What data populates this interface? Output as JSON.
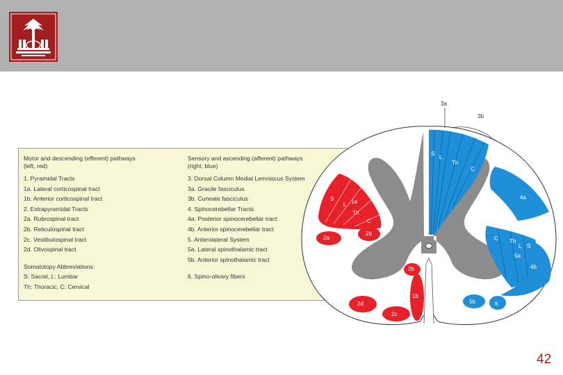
{
  "legend": {
    "left_heading": [
      "Motor and descending (efferent) pathways",
      "(left, red)"
    ],
    "left_items": [
      "1. Pyramidal Tracts",
      "1a. Lateral corticospinal tract",
      "1b. Anterior corticospinal tract",
      "2. Extrapyramidal Tracts",
      "2a. Rubrospinal tract",
      "2b. Reticulospinal tract",
      "2c. Vestibulospinal tract",
      "2d. Olivospinal tract"
    ],
    "somatotopy_heading": "Somatotopy Abbreviations:",
    "somatotopy_items": [
      "S: Sacral, L: Lumbar",
      "Th: Thoracic, C: Cervical"
    ],
    "right_heading": [
      "Sensory and ascending (afferent) pathways",
      "(right, blue)"
    ],
    "right_items": [
      "3. Dorsal Column Medial Lemniscus System",
      "3a. Gracile fasciculus",
      "3b. Cuneate fasciculus",
      "4. Spinocerebellar Tracts",
      "4a. Posterior spinocerebellar tract",
      "4b. Anterior spinocerebellar tract",
      "5. Anterolateral System",
      "5a. Lateral spinothalamic tract",
      "5b. Anterior spinothalamic tract"
    ],
    "extra_item": "6. Spino-olivary fibers"
  },
  "diagram_labels": {
    "dorsal_top_a": "3a",
    "dorsal_top_b": "3b",
    "dorsal_S": "S",
    "dorsal_L": "L",
    "dorsal_Th": "Th",
    "dorsal_C": "C",
    "lat_S": "S",
    "lat_L": "L",
    "lat_1a": "1a",
    "lat_Th": "Th",
    "lat_C": "C",
    "t_2a": "2a",
    "t_2b_left": "2b",
    "t_2b_mid": "2b",
    "t_2d": "2d",
    "t_2c": "2c",
    "t_1b": "1b",
    "t_4a": "4a",
    "alt_C": "C",
    "alt_Th": "Th",
    "alt_L": "L",
    "alt_S": "S",
    "t_5a": "5a",
    "t_4b": "4b",
    "t_5b": "5b",
    "t_6": "6"
  },
  "colors": {
    "header_band": "#b1b1b1",
    "logo_red": "#a31f1f",
    "motor_red": "#e8202a",
    "sensory_blue": "#1e8fd8",
    "gray_matter": "#8c8c8c",
    "legend_bg": "#f7f7d6",
    "page_number_red": "#b01a1a"
  },
  "logo_icon": "palmetto-tree-seal",
  "page_number": "42"
}
